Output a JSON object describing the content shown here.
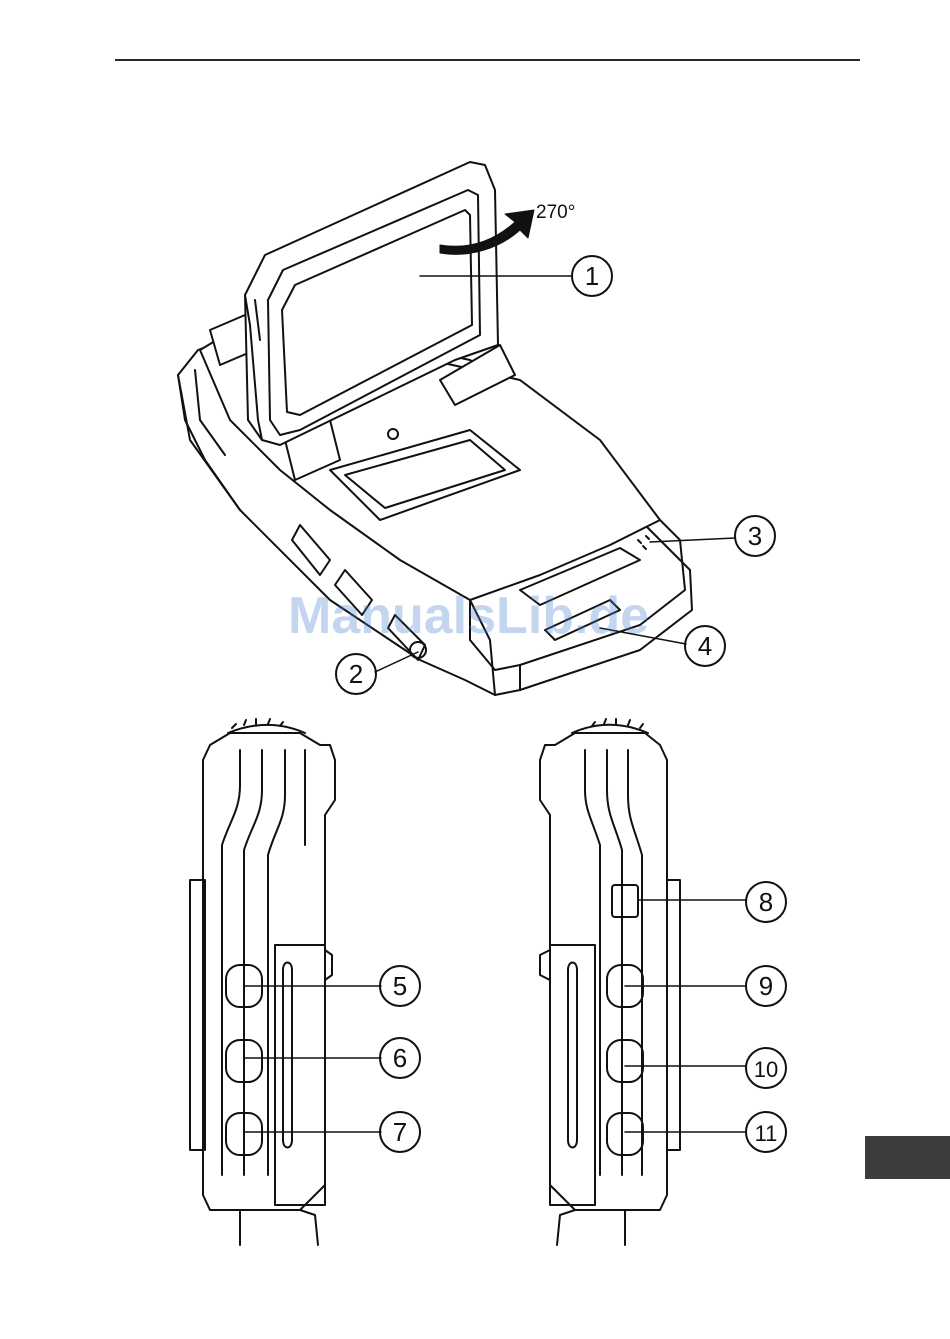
{
  "watermark": "ManualsLib.de",
  "rotation_label": "270°",
  "callouts": [
    "1",
    "2",
    "3",
    "4",
    "5",
    "6",
    "7",
    "8",
    "9",
    "10",
    "11"
  ],
  "colors": {
    "line": "#111111",
    "rule": "#2a2a2a",
    "tab": "#3c3c3c",
    "watermark": "#4a7fd0"
  }
}
